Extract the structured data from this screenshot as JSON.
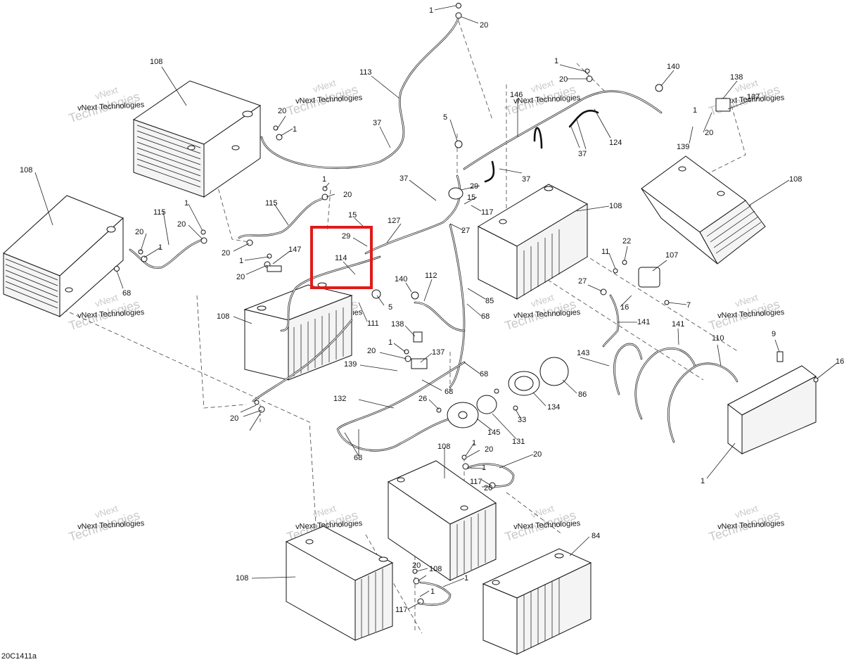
{
  "diagram": {
    "drawing_id": "20C1411a",
    "watermark": {
      "line1": "vNext",
      "line2": "Technologies",
      "line3": "vNext Technologies"
    },
    "highlight_color": "#e01b1b",
    "callouts": [
      {
        "id": "c1a",
        "text": "1"
      },
      {
        "id": "c20a",
        "text": "20"
      },
      {
        "id": "c108a",
        "text": "108"
      },
      {
        "id": "c113",
        "text": "113"
      },
      {
        "id": "c20b",
        "text": "20"
      },
      {
        "id": "c1b",
        "text": "1"
      },
      {
        "id": "c37a",
        "text": "37"
      },
      {
        "id": "c146",
        "text": "146"
      },
      {
        "id": "c1c",
        "text": "1"
      },
      {
        "id": "c20c",
        "text": "20"
      },
      {
        "id": "c140a",
        "text": "140"
      },
      {
        "id": "c138a",
        "text": "138"
      },
      {
        "id": "c137a",
        "text": "137"
      },
      {
        "id": "c1d",
        "text": "1"
      },
      {
        "id": "c20d",
        "text": "20"
      },
      {
        "id": "c139a",
        "text": "139"
      },
      {
        "id": "c124",
        "text": "124"
      },
      {
        "id": "c37b",
        "text": "37"
      },
      {
        "id": "c37c",
        "text": "37"
      },
      {
        "id": "c5a",
        "text": "5"
      },
      {
        "id": "c108b",
        "text": "108"
      },
      {
        "id": "c108c",
        "text": "108"
      },
      {
        "id": "c1e",
        "text": "1"
      },
      {
        "id": "c20e",
        "text": "20"
      },
      {
        "id": "c115a",
        "text": "115"
      },
      {
        "id": "c37d",
        "text": "37"
      },
      {
        "id": "c29a",
        "text": "29"
      },
      {
        "id": "c15a",
        "text": "15"
      },
      {
        "id": "c117a",
        "text": "117"
      },
      {
        "id": "c108d",
        "text": "108"
      },
      {
        "id": "c115b",
        "text": "115"
      },
      {
        "id": "c1f",
        "text": "1"
      },
      {
        "id": "c20f",
        "text": "20"
      },
      {
        "id": "c20g",
        "text": "20"
      },
      {
        "id": "c1g",
        "text": "1"
      },
      {
        "id": "c68a",
        "text": "68"
      },
      {
        "id": "c20h",
        "text": "20"
      },
      {
        "id": "c1h",
        "text": "1"
      },
      {
        "id": "c147",
        "text": "147"
      },
      {
        "id": "c20i",
        "text": "20"
      },
      {
        "id": "c15b",
        "text": "15"
      },
      {
        "id": "c29b",
        "text": "29"
      },
      {
        "id": "c114",
        "text": "114"
      },
      {
        "id": "c127",
        "text": "127"
      },
      {
        "id": "c27a",
        "text": "27"
      },
      {
        "id": "c5b",
        "text": "5"
      },
      {
        "id": "c140b",
        "text": "140"
      },
      {
        "id": "c112",
        "text": "112"
      },
      {
        "id": "c85",
        "text": "85"
      },
      {
        "id": "c68b",
        "text": "68"
      },
      {
        "id": "c108e",
        "text": "108"
      },
      {
        "id": "c111",
        "text": "111"
      },
      {
        "id": "c22",
        "text": "22"
      },
      {
        "id": "c11",
        "text": "11"
      },
      {
        "id": "c107",
        "text": "107"
      },
      {
        "id": "c27b",
        "text": "27"
      },
      {
        "id": "c16a",
        "text": "16"
      },
      {
        "id": "c7",
        "text": "7"
      },
      {
        "id": "c141a",
        "text": "141"
      },
      {
        "id": "c138b",
        "text": "138"
      },
      {
        "id": "c1i",
        "text": "1"
      },
      {
        "id": "c20j",
        "text": "20"
      },
      {
        "id": "c137b",
        "text": "137"
      },
      {
        "id": "c139b",
        "text": "139"
      },
      {
        "id": "c68c",
        "text": "68"
      },
      {
        "id": "c68d",
        "text": "68"
      },
      {
        "id": "c141b",
        "text": "141"
      },
      {
        "id": "c110",
        "text": "110"
      },
      {
        "id": "c9",
        "text": "9"
      },
      {
        "id": "c16b",
        "text": "16"
      },
      {
        "id": "c143",
        "text": "143"
      },
      {
        "id": "c86",
        "text": "86"
      },
      {
        "id": "c134",
        "text": "134"
      },
      {
        "id": "c26",
        "text": "26"
      },
      {
        "id": "c33",
        "text": "33"
      },
      {
        "id": "c132",
        "text": "132"
      },
      {
        "id": "c145",
        "text": "145"
      },
      {
        "id": "c131",
        "text": "131"
      },
      {
        "id": "c68e",
        "text": "68"
      },
      {
        "id": "c20k",
        "text": "20"
      },
      {
        "id": "c1j",
        "text": "1"
      },
      {
        "id": "c108f",
        "text": "108"
      },
      {
        "id": "c1k",
        "text": "1"
      },
      {
        "id": "c20l",
        "text": "20"
      },
      {
        "id": "c117b",
        "text": "117"
      },
      {
        "id": "c20m",
        "text": "20"
      },
      {
        "id": "c1l",
        "text": "1"
      },
      {
        "id": "c84",
        "text": "84"
      },
      {
        "id": "c108g",
        "text": "108"
      },
      {
        "id": "c108h",
        "text": "108"
      },
      {
        "id": "c20n",
        "text": "20"
      },
      {
        "id": "c1m",
        "text": "1"
      },
      {
        "id": "c117c",
        "text": "117"
      },
      {
        "id": "c1n",
        "text": "1"
      },
      {
        "id": "c20o",
        "text": "20"
      }
    ]
  }
}
